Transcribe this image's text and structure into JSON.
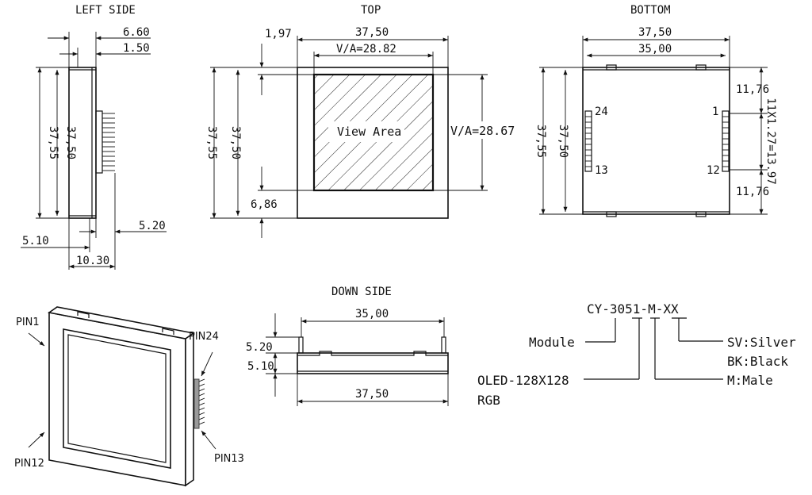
{
  "views": {
    "left_side": {
      "title": "LEFT SIDE",
      "dim_total_depth": "6.60",
      "dim_frame": "1.50",
      "dim_height_outer": "37,55",
      "dim_height_inner": "37,50",
      "dim_pin_len": "5.20",
      "dim_pin_offset": "5.10",
      "dim_bottom": "10.30"
    },
    "top": {
      "title": "TOP",
      "dim_top_margin": "1,97",
      "dim_width": "37,50",
      "dim_va_width": "V/A=28.82",
      "dim_va_height": "V/A=28.67",
      "dim_height_outer": "37,55",
      "dim_height_inner": "37,50",
      "dim_bottom_margin": "6,86",
      "view_area_label": "View Area"
    },
    "bottom": {
      "title": "BOTTOM",
      "dim_width": "37,50",
      "dim_inner_width": "35,00",
      "dim_height_outer": "37,55",
      "dim_height_inner": "37,50",
      "dim_top_offset": "11,76",
      "dim_bottom_offset": "11,76",
      "dim_pitch": "11X1.27=13.97",
      "pin_24": "24",
      "pin_13": "13",
      "pin_1": "1",
      "pin_12": "12"
    },
    "down_side": {
      "title": "DOWN SIDE",
      "dim_width_inner": "35,00",
      "dim_width": "37,50",
      "dim_pin_len": "5.20",
      "dim_body": "5.10"
    },
    "iso": {
      "pin1": "PIN1",
      "pin12": "PIN12",
      "pin24": "PIN24",
      "pin13": "PIN13"
    }
  },
  "part_number": {
    "code": "CY-3051-M-XX",
    "module": "Module",
    "oled_line1": "OLED-128X128",
    "oled_line2": "RGB",
    "sv": "SV:Silver",
    "bk": "BK:Black",
    "m": "M:Male"
  }
}
